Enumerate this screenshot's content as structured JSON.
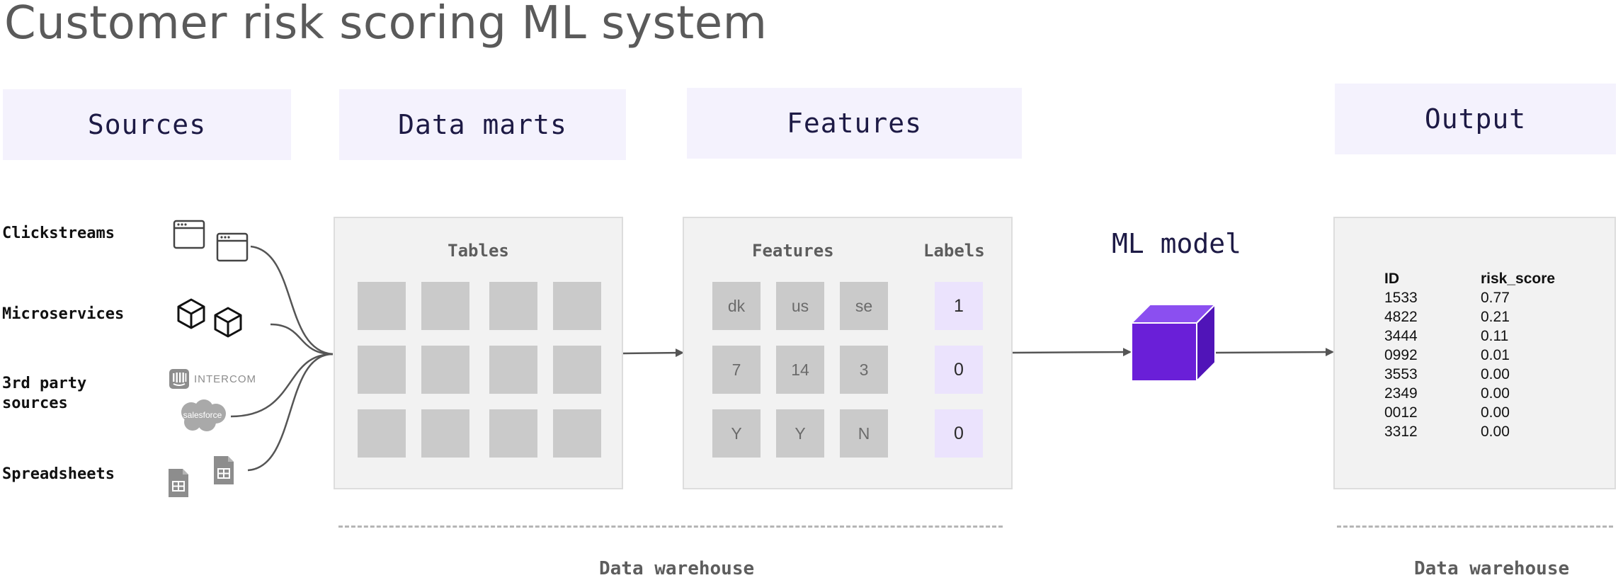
{
  "title": "Customer risk scoring ML system",
  "headers": {
    "sources": "Sources",
    "data_marts": "Data marts",
    "features": "Features",
    "output": "Output"
  },
  "sources": [
    {
      "label": "Clickstreams",
      "icon": "browser-window-icon"
    },
    {
      "label": "Microservices",
      "icon": "cube-outline-icon"
    },
    {
      "label": "3rd party sources",
      "icon": "intercom-salesforce-logos"
    },
    {
      "label": "Spreadsheets",
      "icon": "spreadsheet-icon"
    }
  ],
  "logos": {
    "intercom": "INTERCOM",
    "salesforce": "salesforce"
  },
  "tables_panel": {
    "title": "Tables"
  },
  "features_panel": {
    "features_title": "Features",
    "labels_title": "Labels",
    "rows": [
      {
        "features": [
          "dk",
          "us",
          "se"
        ],
        "label": "1"
      },
      {
        "features": [
          "7",
          "14",
          "3"
        ],
        "label": "0"
      },
      {
        "features": [
          "Y",
          "Y",
          "N"
        ],
        "label": "0"
      }
    ]
  },
  "ml_model": {
    "label": "ML model",
    "color": "#6a1fd8"
  },
  "output_table": {
    "columns": [
      "ID",
      "risk_score"
    ],
    "rows": [
      [
        "1533",
        "0.77"
      ],
      [
        "4822",
        "0.21"
      ],
      [
        "3444",
        "0.11"
      ],
      [
        "0992",
        "0.01"
      ],
      [
        "3553",
        "0.00"
      ],
      [
        "2349",
        "0.00"
      ],
      [
        "0012",
        "0.00"
      ],
      [
        "3312",
        "0.00"
      ]
    ]
  },
  "warehouse": {
    "left_label": "Data warehouse",
    "right_label": "Data warehouse"
  },
  "colors": {
    "header_bg": "#f4f2fd",
    "panel_bg": "#f2f2f2",
    "cell": "#cacaca",
    "label_cell": "#ebe3fd",
    "accent": "#6a1fd8"
  }
}
